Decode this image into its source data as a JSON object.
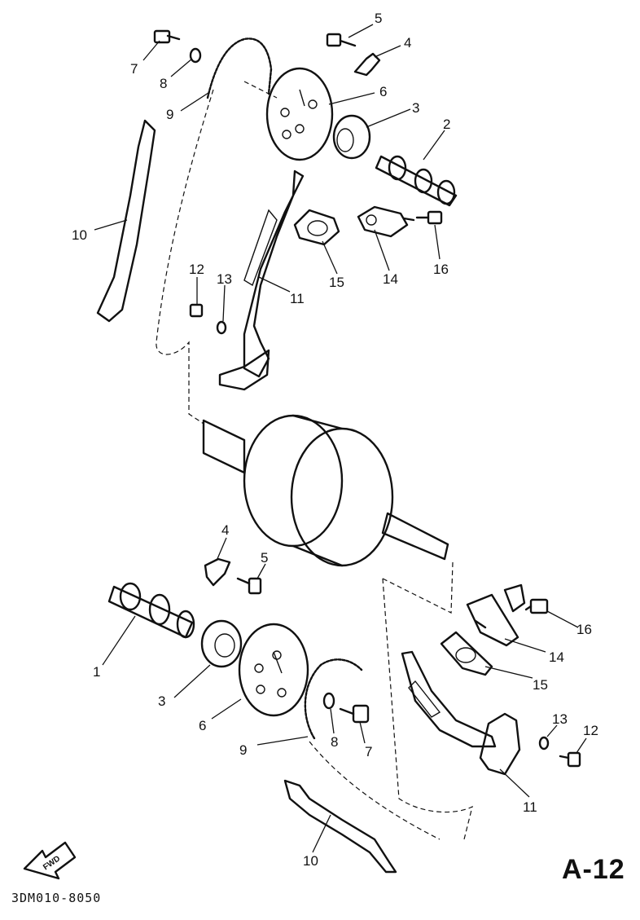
{
  "diagram_code": "A-12",
  "drawing_number": "3DM010-8050",
  "fwd_label": "FWD",
  "callouts": {
    "upper": {
      "n1": "5",
      "n2": "4",
      "n3": "7",
      "n4": "8",
      "n5": "9",
      "n6": "6",
      "n7": "3",
      "n8": "2",
      "n9": "10",
      "n10": "15",
      "n11": "14",
      "n12": "16",
      "n13": "12",
      "n14": "13",
      "n15": "11"
    },
    "lower": {
      "n1": "4",
      "n2": "5",
      "n3": "16",
      "n4": "1",
      "n5": "14",
      "n6": "3",
      "n7": "15",
      "n8": "6",
      "n9": "13",
      "n10": "12",
      "n11": "9",
      "n12": "8",
      "n13": "7",
      "n14": "11",
      "n15": "10"
    }
  }
}
